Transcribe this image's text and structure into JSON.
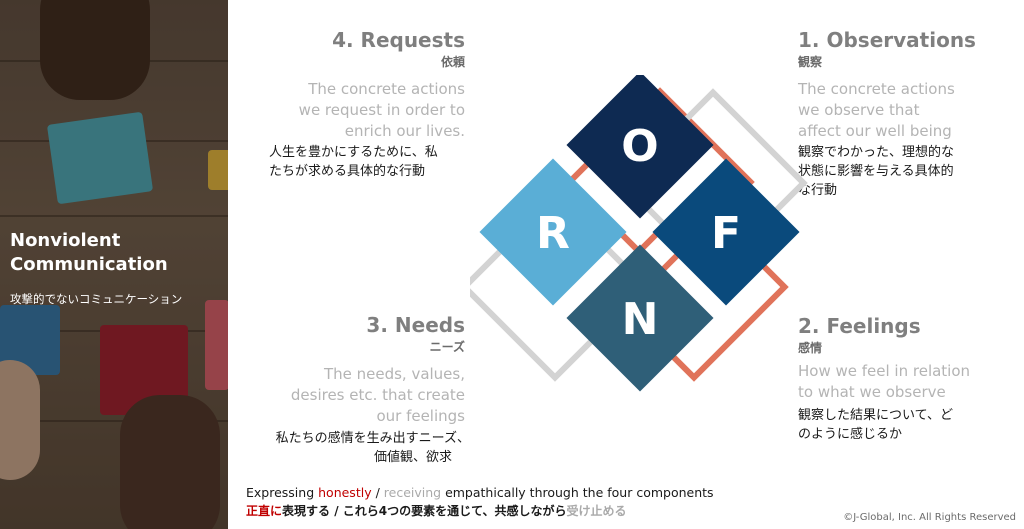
{
  "photo": {
    "title_line1": "Nonviolent",
    "title_line2": "Communication",
    "subtitle": "攻撃的でないコミュニケーション"
  },
  "requests": {
    "heading": "4. Requests",
    "heading_jp": "依頼",
    "desc_en": [
      "The concrete actions",
      "we request in order to",
      "enrich our lives."
    ],
    "desc_jp": [
      "人生を豊かにするために、私",
      "たちが求める具体的な行動"
    ]
  },
  "observations": {
    "heading": "1. Observations",
    "heading_jp": "観察",
    "desc_en": [
      "The concrete actions",
      "we observe that",
      "affect our well being"
    ],
    "desc_jp": [
      "観察でわかった、理想的な",
      "状態に影響を与える具体的",
      "な行動"
    ]
  },
  "needs": {
    "heading": "3. Needs",
    "heading_jp": "ニーズ",
    "desc_en": [
      "The needs, values,",
      "desires etc. that create",
      "our feelings"
    ],
    "desc_jp": [
      "私たちの感情を生み出すニーズ、",
      "価値観、欲求"
    ]
  },
  "feelings": {
    "heading": "2. Feelings",
    "heading_jp": "感情",
    "desc_en": [
      "How we feel in relation",
      "to what we observe"
    ],
    "desc_jp": [
      "観察した結果について、ど",
      "のように感じるか"
    ]
  },
  "diagram": {
    "letters": {
      "o": "O",
      "f": "F",
      "n": "N",
      "r": "R"
    },
    "colors": {
      "o": "#0e2a52",
      "f": "#0a4a7c",
      "n": "#2f5f78",
      "r": "#5aaed6",
      "outline_orange": "#e0735a",
      "outline_grey": "#d3d3d3"
    }
  },
  "footer": {
    "line1_a": "Expressing ",
    "line1_honestly": "honestly",
    "line1_sep": " / ",
    "line1_receiving": "receiving",
    "line1_b": " empathically through the four components",
    "line2_red": "正直に",
    "line2_a": "表現する / これら4つの要素を通じて、共感しながら",
    "line2_grey": "受け止める"
  },
  "copyright": "©J-Global, Inc.  All Rights Reserved"
}
